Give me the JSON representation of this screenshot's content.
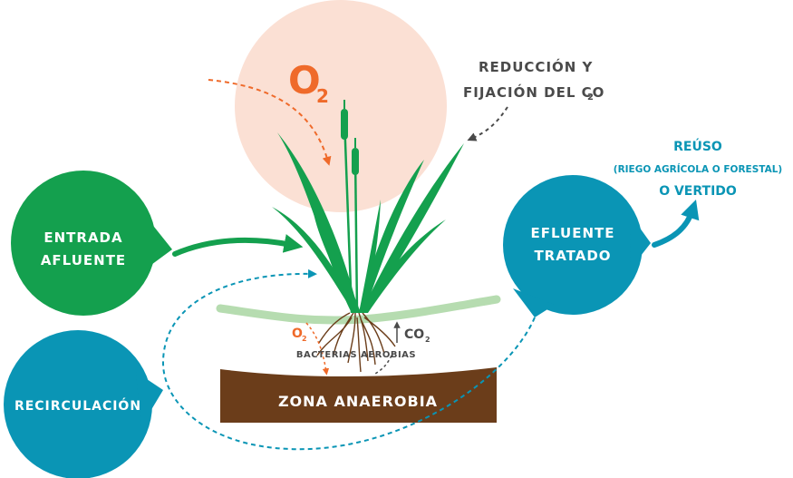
{
  "oxygen": {
    "symbol": "O",
    "sub": "2"
  },
  "co2_fixation": {
    "line1": "REDUCCIÓN Y",
    "line2": "FIJACIÓN DEL CO",
    "sub": "2"
  },
  "reuse": {
    "line1": "REÚSO",
    "line2": "(RIEGO AGRÍCOLA O FORESTAL)",
    "line3": "O VERTIDO"
  },
  "inlet": {
    "line1": "ENTRADA",
    "line2": "AFLUENTE"
  },
  "outlet": {
    "line1": "EFLUENTE",
    "line2": "TRATADO"
  },
  "recirculation": {
    "label": "RECIRCULACIÓN"
  },
  "root_zone": {
    "o2": "O",
    "o2_sub": "2",
    "co2": "CO",
    "co2_sub": "2",
    "bacteria": "BACTERIAS AEROBIAS"
  },
  "anaerobic": {
    "label": "ZONA ANAEROBIA"
  },
  "colors": {
    "green": "#14a04e",
    "blue": "#0a95b5",
    "orange": "#ef6a2a",
    "peach": "#fbe0d4",
    "soil": "#6b3d1a",
    "gray": "#4a4a4a",
    "grass_line": "#b6dcb0"
  }
}
